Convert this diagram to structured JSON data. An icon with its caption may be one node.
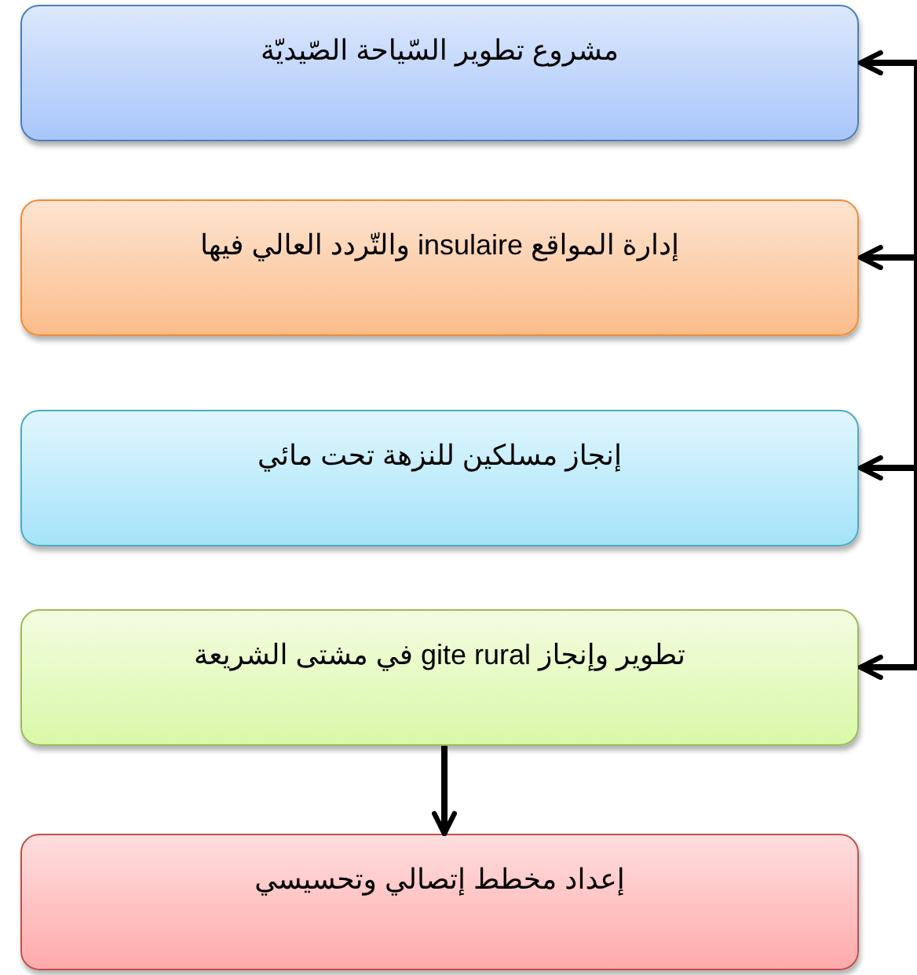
{
  "diagram": {
    "nodes": [
      {
        "text": [
          "مشروع تطوير السّياحة الصّيديّة"
        ]
      },
      {
        "text": [
          "إدارة المواقع insulaire والتّردد العالي فيها"
        ]
      },
      {
        "text": [
          "إنجاز مسلكين للنزهة تحت مائي"
        ]
      },
      {
        "text": [
          "تطوير وإنجاز gite rural في مشتى الشريعة"
        ]
      },
      {
        "text": [
          "إعداد مخطط إتصالي وتحسيسي"
        ]
      }
    ],
    "edges": [
      {
        "from": null,
        "to": 0,
        "arrow": "to"
      },
      {
        "from": null,
        "to": 1,
        "arrow": "to"
      },
      {
        "from": null,
        "to": 2,
        "arrow": "to"
      },
      {
        "from": null,
        "to": 3,
        "arrow": "to"
      },
      {
        "from": 3,
        "to": 4,
        "arrow": "to"
      }
    ]
  }
}
